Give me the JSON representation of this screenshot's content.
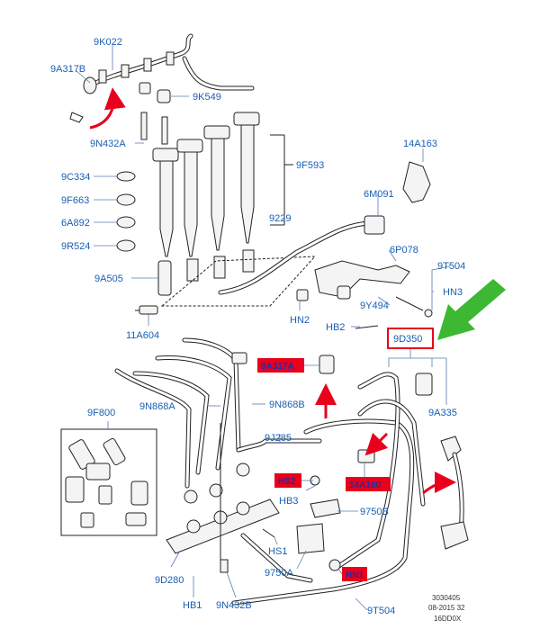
{
  "colors": {
    "label": "#1a5fb4",
    "highlight_fill": "#e8001c",
    "highlight_box": "#e8001c",
    "arrow_red": "#e8001c",
    "arrow_green": "#3cb832"
  },
  "labels": {
    "l_9k022": "9K022",
    "l_9a317b": "9A317B",
    "l_9k549": "9K549",
    "l_9n432a": "9N432A",
    "l_9c334": "9C334",
    "l_9f663": "9F663",
    "l_6a892": "6A892",
    "l_9r524": "9R524",
    "l_9a505": "9A505",
    "l_11a604": "11A604",
    "l_9f593": "9F593",
    "l_9229": "9229",
    "l_14a163": "14A163",
    "l_6m091": "6M091",
    "l_6p078": "6P078",
    "l_9t504_top": "9T504",
    "l_hn3": "HN3",
    "l_9y494": "9Y494",
    "l_hn2": "HN2",
    "l_hb2": "HB2",
    "l_9d350": "9D350",
    "l_9a335": "9A335",
    "l_9n868a": "9N868A",
    "l_9n868b": "9N868B",
    "l_9f800": "9F800",
    "l_9j285": "9J285",
    "l_hb3": "HB3",
    "l_9750b": "9750B",
    "l_hs1": "HS1",
    "l_9750a": "9750A",
    "l_9d280": "9D280",
    "l_hb1": "HB1",
    "l_9n432b": "9N432B",
    "l_9t504_bot": "9T504"
  },
  "highlighted": {
    "h_9a317a": "9A317A",
    "h_hs2": "HS2",
    "h_14a160": "14A160",
    "h_hn1": "HN1"
  },
  "footer": {
    "line1": "3030405",
    "line2": "08-2015 32",
    "line3": "16DD0X"
  }
}
